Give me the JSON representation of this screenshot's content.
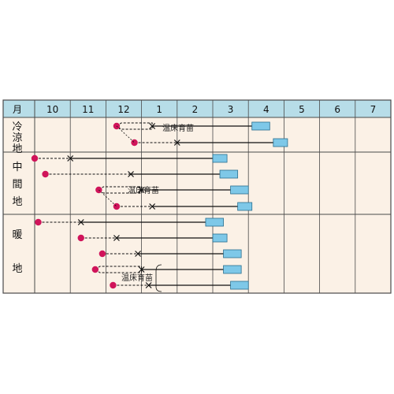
{
  "header": {
    "corner_label": "月",
    "months": [
      "10",
      "11",
      "12",
      "1",
      "2",
      "3",
      "4",
      "5",
      "6",
      "7"
    ]
  },
  "regions": [
    {
      "id": "cold",
      "label": "冷涼地",
      "label_chars": [
        "冷",
        "涼",
        "地"
      ]
    },
    {
      "id": "mid",
      "label": "中間地",
      "label_chars": [
        "中",
        "間",
        "地"
      ]
    },
    {
      "id": "warm",
      "label": "暖地",
      "label_chars": [
        "暖",
        "地"
      ]
    }
  ],
  "notes": {
    "cold": "温床育苗",
    "mid": "温床育苗",
    "warm": "温床育苗"
  },
  "colors": {
    "header_bg": "#b7dde8",
    "body_bg": "#fbf1e6",
    "grid": "#4a4a4a",
    "sow_dot": "#d0145a",
    "harvest_bar": "#7ec8e8",
    "line": "#111111"
  },
  "legend_icons": {
    "sow": "circle-dot",
    "plant": "x-mark",
    "harvest": "blue-bar"
  },
  "chart_data": {
    "type": "table",
    "month_axis": [
      "10",
      "11",
      "12",
      "1",
      "2",
      "3",
      "4",
      "5",
      "6",
      "7"
    ],
    "schedules": [
      {
        "region": "冷涼地",
        "sow": 2.3,
        "plant": 3.3,
        "harvest_start": 6.1,
        "harvest_end": 6.6,
        "note_bracket": true
      },
      {
        "region": "冷涼地",
        "sow": 2.8,
        "plant": 4.0,
        "harvest_start": 6.7,
        "harvest_end": 7.1
      },
      {
        "region": "中間地",
        "sow": 0.0,
        "plant": 1.0,
        "harvest_start": 5.0,
        "harvest_end": 5.4
      },
      {
        "region": "中間地",
        "sow": 0.3,
        "plant": 2.7,
        "harvest_start": 5.2,
        "harvest_end": 5.7
      },
      {
        "region": "中間地",
        "sow": 1.8,
        "plant": 3.0,
        "harvest_start": 5.5,
        "harvest_end": 6.0,
        "note_bracket": true
      },
      {
        "region": "中間地",
        "sow": 2.3,
        "plant": 3.3,
        "harvest_start": 5.7,
        "harvest_end": 6.1
      },
      {
        "region": "暖地",
        "sow": 0.1,
        "plant": 1.3,
        "harvest_start": 4.8,
        "harvest_end": 5.3
      },
      {
        "region": "暖地",
        "sow": 1.3,
        "plant": 2.3,
        "harvest_start": 5.0,
        "harvest_end": 5.4
      },
      {
        "region": "暖地",
        "sow": 1.9,
        "plant": 2.9,
        "harvest_start": 5.3,
        "harvest_end": 5.8
      },
      {
        "region": "暖地",
        "sow": 1.7,
        "plant": 3.0,
        "harvest_start": 5.3,
        "harvest_end": 5.8,
        "note_bracket": true
      },
      {
        "region": "暖地",
        "sow": 2.2,
        "plant": 3.2,
        "harvest_start": 5.5,
        "harvest_end": 6.0
      }
    ]
  }
}
